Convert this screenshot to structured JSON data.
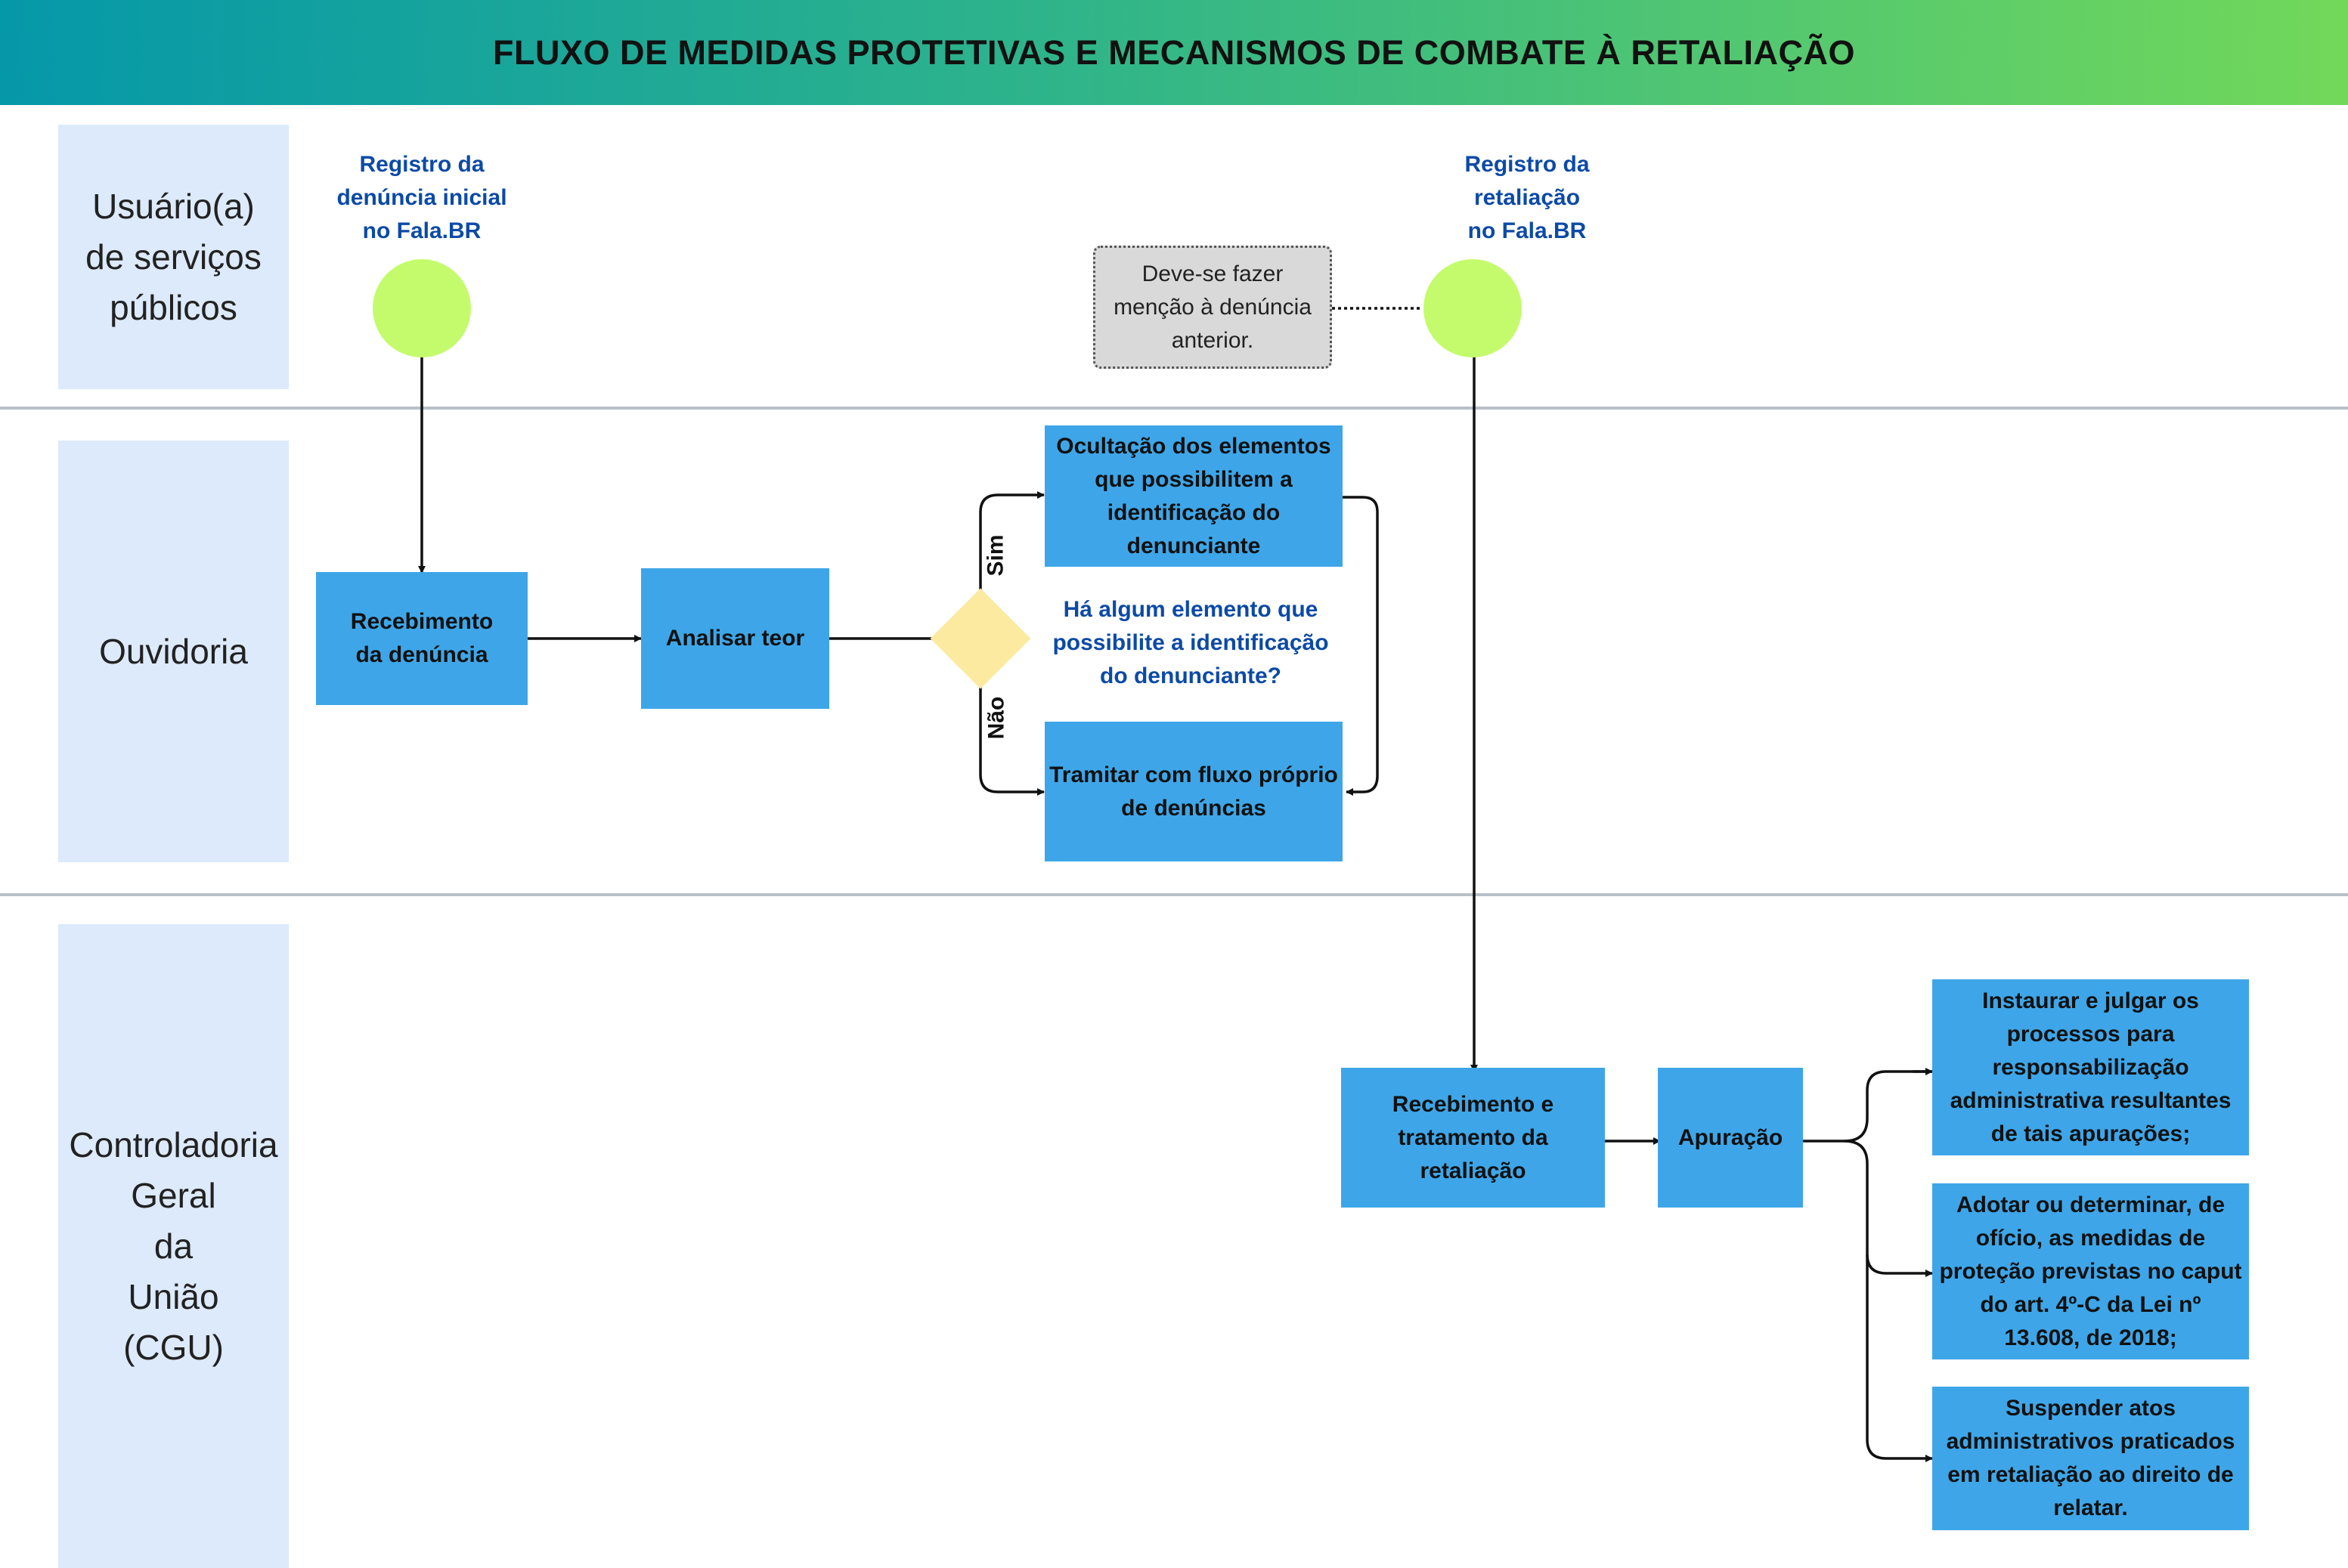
{
  "title": "FLUXO DE MEDIDAS PROTETIVAS E MECANISMOS DE COMBATE À RETALIAÇÃO",
  "lanes": {
    "usuario": [
      "Usuário(a)",
      "de serviços",
      "públicos"
    ],
    "ouvidoria": [
      "Ouvidoria"
    ],
    "cgu": [
      "Controladoria",
      "Geral",
      "da",
      "União",
      "(CGU)"
    ]
  },
  "events": {
    "registro_inicial": [
      "Registro da",
      "denúncia inicial",
      "no Fala.BR"
    ],
    "registro_retaliacao": [
      "Registro da",
      "retaliação",
      "no Fala.BR"
    ]
  },
  "note": [
    "Deve-se fazer",
    "menção à denúncia",
    "anterior."
  ],
  "nodes": {
    "recebimento": [
      "Recebimento",
      "da denúncia"
    ],
    "analisar": [
      "Analisar teor"
    ],
    "ocultacao": [
      "Ocultação dos elementos",
      "que possibilitem a",
      "identificação do",
      "denunciante"
    ],
    "tramitar": [
      "Tramitar com fluxo próprio",
      "de denúncias"
    ],
    "recebimento_retaliacao": [
      "Recebimento e",
      "tratamento  da",
      "retaliação"
    ],
    "apuracao": [
      "Apuração"
    ],
    "instaurar": [
      "Instaurar e julgar os",
      "processos para",
      "responsabilização",
      "administrativa resultantes",
      "de tais apurações;"
    ],
    "adotar": [
      "Adotar ou determinar, de",
      "ofício, as medidas de",
      "proteção previstas no caput",
      "do art. 4º-C da Lei nº",
      "13.608, de 2018;"
    ],
    "suspender": [
      "Suspender atos",
      "administrativos praticados",
      "em retaliação ao direito de",
      "relatar."
    ]
  },
  "decision": {
    "question": [
      "Há algum elemento que",
      "possibilite a identificação",
      "do denunciante?"
    ],
    "yes_label": "Sim",
    "no_label": "Não"
  },
  "colors": {
    "process": "#3ea6e8",
    "event": "#c4fb6c",
    "decision": "#fbeaa0",
    "lane": "#dceafb",
    "accent_text": "#0c4aa6"
  }
}
